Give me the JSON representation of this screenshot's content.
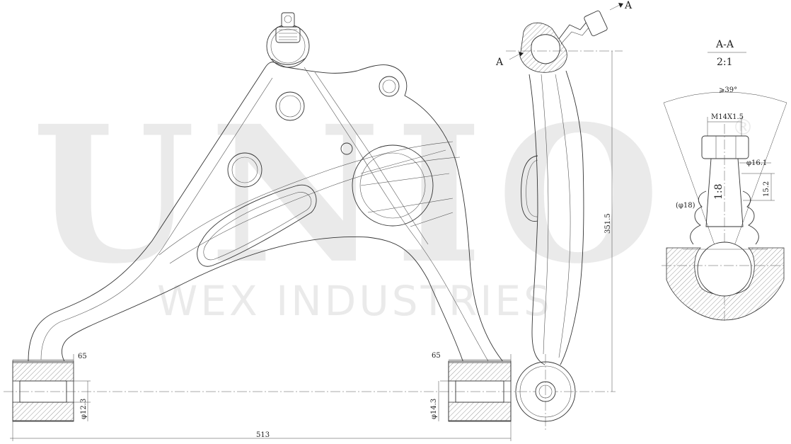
{
  "watermark": {
    "brand": "UNIO",
    "tagline": "WEX INDUSTRIES",
    "registered": "®"
  },
  "dimensions": {
    "bush_left_width": "65",
    "bush_left_diameter": "φ12.3",
    "bush_right_width": "65",
    "bush_right_diameter": "φ14.3",
    "overall_width": "513",
    "side_height": "351.5"
  },
  "section": {
    "marker_top": "A",
    "marker_left": "A",
    "title": "A-A",
    "scale": "2:1",
    "angle": "⩾39°",
    "thread": "M14X1.5",
    "dia_16": "φ16.1",
    "height_15": "15.2",
    "taper": "1:8",
    "dia_18": "(φ18)"
  }
}
